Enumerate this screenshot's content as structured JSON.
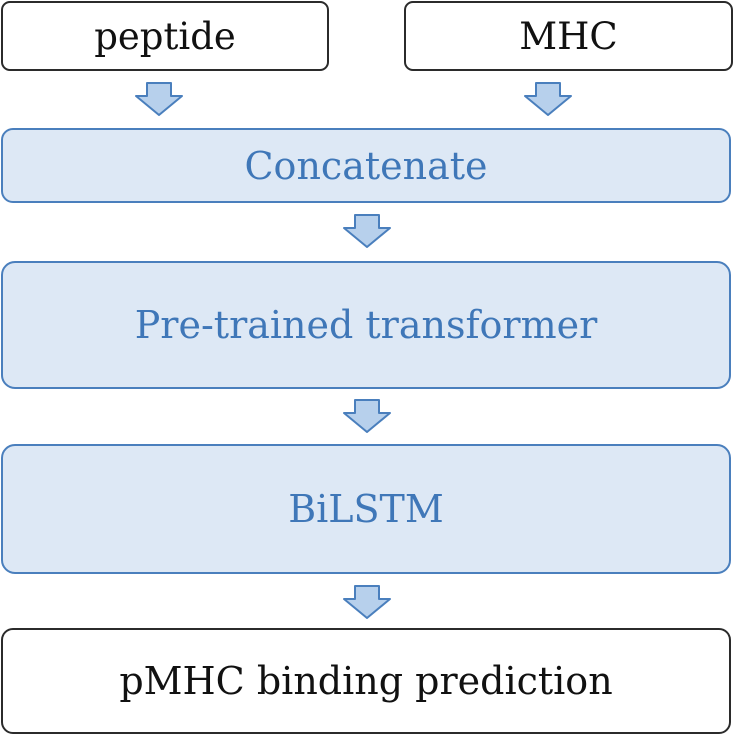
{
  "nodes": {
    "peptide": "peptide",
    "mhc": "MHC",
    "concatenate": "Concatenate",
    "transformer": "Pre-trained transformer",
    "bilstm": "BiLSTM",
    "prediction": "pMHC binding prediction"
  },
  "colors": {
    "stage_fill": "#dde8f5",
    "stage_border": "#4a7fbd",
    "stage_text": "#3f77b8",
    "io_border": "#2b2b2b",
    "arrow_fill": "#b7d0ec",
    "arrow_stroke": "#4a7fbd"
  }
}
